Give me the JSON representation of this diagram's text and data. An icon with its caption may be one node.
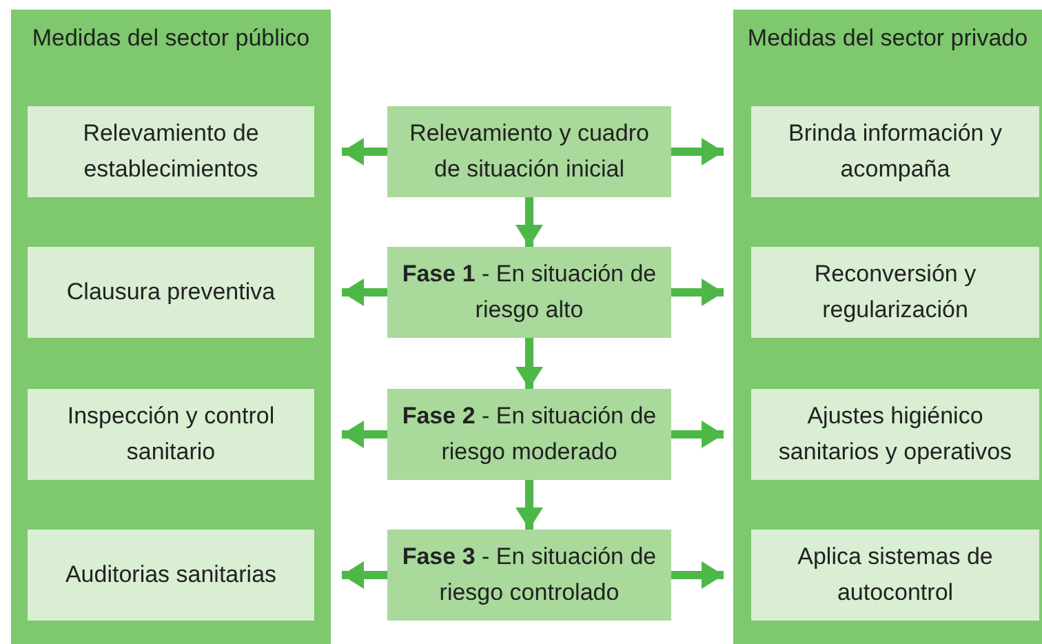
{
  "diagram": {
    "nodes": [
      {
        "text": [
          "Medidas del sector público"
        ]
      },
      {
        "text": [
          "Relevamiento de establecimientos"
        ],
        "in": 0
      },
      {
        "text": [
          "Clausura preventiva"
        ],
        "in": 0
      },
      {
        "text": [
          "Inspección y control sanitario"
        ],
        "in": 0
      },
      {
        "text": [
          "Auditorias sanitarias"
        ],
        "in": 0
      },
      {
        "text": [
          "Relevamiento y cuadro de situación inicial"
        ]
      },
      {
        "text": [
          "**Fase 1** - En situación de riesgo alto"
        ]
      },
      {
        "text": [
          "**Fase 2** - En situación de riesgo moderado"
        ]
      },
      {
        "text": [
          "**Fase 3** - En situación de riesgo controlado"
        ]
      },
      {
        "text": [
          "Medidas del sector privado"
        ]
      },
      {
        "text": [
          "Brinda información y acompaña"
        ],
        "in": 9
      },
      {
        "text": [
          "Reconversión y regularización"
        ],
        "in": 9
      },
      {
        "text": [
          "Ajustes higiénico sanitarios y operativos"
        ],
        "in": 9
      },
      {
        "text": [
          "Aplica sistemas de autocontrol"
        ],
        "in": 9
      }
    ],
    "edges": [
      {
        "from": 5,
        "to": 6,
        "arrow": "to"
      },
      {
        "from": 6,
        "to": 7,
        "arrow": "to"
      },
      {
        "from": 7,
        "to": 8,
        "arrow": "to"
      },
      {
        "from": 5,
        "to": 1,
        "arrow": "to"
      },
      {
        "from": 5,
        "to": 10,
        "arrow": "to"
      },
      {
        "from": 6,
        "to": 2,
        "arrow": "to"
      },
      {
        "from": 6,
        "to": 11,
        "arrow": "to"
      },
      {
        "from": 7,
        "to": 3,
        "arrow": "to"
      },
      {
        "from": 7,
        "to": 12,
        "arrow": "to"
      },
      {
        "from": 8,
        "to": 4,
        "arrow": "to"
      },
      {
        "from": 8,
        "to": 13,
        "arrow": "to"
      }
    ]
  }
}
